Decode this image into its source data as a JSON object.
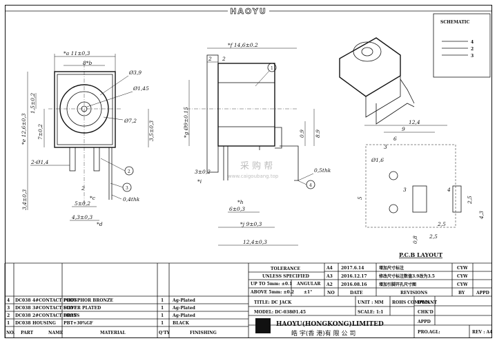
{
  "header": {
    "brand": "HAOYU"
  },
  "schematic": {
    "title": "SCHEMATIC",
    "pins": [
      "4",
      "2",
      "3"
    ]
  },
  "pcb": {
    "title": "P.C.B LAYOUT",
    "dims": [
      "12,4",
      "9",
      "6",
      "3",
      "Ø1,6",
      "3",
      "4",
      "2,5",
      "4,3",
      "5",
      "0,8",
      "2,5",
      "2,5"
    ]
  },
  "front_view": {
    "dims": [
      "*a 11±0,3",
      "8*b",
      "Ø3,9",
      "Ø1,45",
      "*e 12,6±0,3",
      "1,5±0,2",
      "7±0,2",
      "Ø7,2",
      "3,5±0,3",
      "2-Ø1,4",
      "3,4±0,3",
      "2",
      "*c",
      "5±0,2",
      "0,4thk",
      "4,3±0,3",
      "*d"
    ]
  },
  "side_view": {
    "dims": [
      "*f 14,6±0.2",
      "2",
      "2",
      "*g Ø9±0.15",
      "0.9",
      "8.9",
      "3±0,2",
      "*i",
      "0,5thk",
      "*h",
      "6±0,3",
      "*j 9±0,3",
      "12,4±0,3"
    ],
    "balloons": [
      "1",
      "4"
    ]
  },
  "callouts": [
    "2",
    "3"
  ],
  "watermark": {
    "cn": "采 购 帮",
    "url": "www.caigoubang.top"
  },
  "bom": {
    "headers": [
      "NO.",
      "PART",
      "NAME",
      "MATERIAL",
      "Q'TY",
      "FINISHING"
    ],
    "rows": [
      {
        "no": "4",
        "part": "DC038",
        "name": "4#CONTACT FOOT",
        "material": "PHOSPHOR BRONZE",
        "qty": "1",
        "finishing": "Ag-Plated"
      },
      {
        "no": "3",
        "part": "DC038",
        "name": "3#CONTACT FOOT",
        "material": "SILVER PLATED",
        "qty": "1",
        "finishing": "Ag-Plated"
      },
      {
        "no": "2",
        "part": "DC038",
        "name": "2#CONTACT FOOT",
        "material": "BRASS",
        "qty": "1",
        "finishing": "Ag-Plated"
      },
      {
        "no": "1",
        "part": "DC038",
        "name": "HOUSING",
        "material": "PBT+30%GF",
        "qty": "1",
        "finishing": "BLACK"
      }
    ]
  },
  "tolerance": {
    "title": "TOLERANCE",
    "unless": "UNLESS SPECIFIED",
    "up_to": "UP TO 5mm: ±0.1",
    "above": "ABOVE 5mm: ±0.2",
    "angular_label": "ANGULAR",
    "angular_val": "±1°"
  },
  "revisions": {
    "rows": [
      {
        "rev": "A4",
        "date": "2017.6.14",
        "desc": "增加尺寸标注",
        "by": "CYW"
      },
      {
        "rev": "A3",
        "date": "2016.12.17",
        "desc": "修改尺寸标注数值3.9改为3.5",
        "by": "CYW"
      },
      {
        "rev": "A2",
        "date": "2016.08.16",
        "desc": "增加引脚开孔尺寸图",
        "by": "CYW"
      }
    ],
    "headers": [
      "NO",
      "DATE",
      "REVISIONS",
      "BY",
      "APPD"
    ]
  },
  "title_block": {
    "title": "TITLE:  DC JACK",
    "model": "MODEL:  DC-038Ø1.45",
    "unit": "UNIT : MM",
    "scale": "SCALE: 1:1",
    "rohs": "ROHS COMPLIANT",
    "dwn": "DWN",
    "chkd": "CHK'D",
    "appd": "APPD",
    "company_en": "HAOYU(HONGKONG)LIMITED",
    "company_cn": "皓 宇(香 港)有 限 公 司",
    "pro_agl": "PRO.AGL:",
    "rev": "REV : A4"
  }
}
